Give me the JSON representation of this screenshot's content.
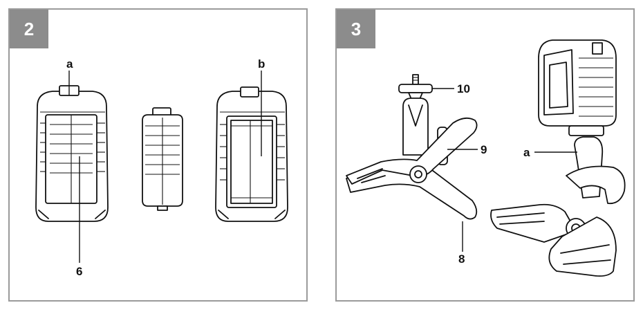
{
  "figures": [
    {
      "number": "2",
      "callouts": {
        "a": "a",
        "b": "b",
        "six": "6"
      }
    },
    {
      "number": "3",
      "callouts": {
        "ten": "10",
        "nine": "9",
        "a": "a",
        "eight": "8"
      }
    }
  ],
  "colors": {
    "frame": "#9a9a9a",
    "badge": "#8c8c8c",
    "ink": "#111111"
  }
}
